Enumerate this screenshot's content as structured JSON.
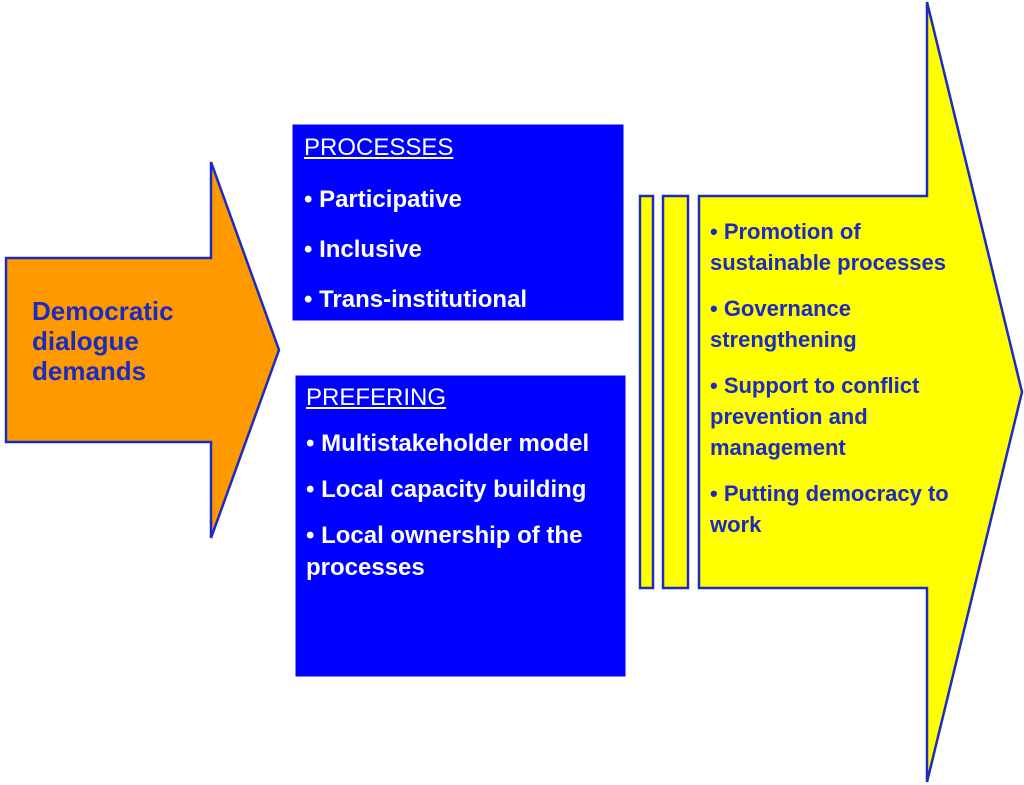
{
  "colors": {
    "left_arrow_fill": "#ff9900",
    "box_fill": "#0000ff",
    "right_arrow_fill": "#ffff00",
    "outline": "#1c2bbf",
    "text_blue": "#1c2bbf",
    "text_white": "#ffffff"
  },
  "left_arrow": {
    "lines": [
      "Democratic",
      "dialogue",
      "demands"
    ]
  },
  "processes_box": {
    "heading": "PROCESSES",
    "items": [
      "• Participative",
      "• Inclusive",
      "• Trans-institutional"
    ]
  },
  "prefering_box": {
    "heading": "PREFERING",
    "items": [
      "• Multistakeholder model",
      "• Local capacity building",
      "• Local ownership of the processes"
    ]
  },
  "right_arrow": {
    "items": [
      "• Promotion of sustainable processes",
      "• Governance strengthening",
      "• Support to conflict prevention and management",
      "• Putting democracy to work"
    ]
  }
}
